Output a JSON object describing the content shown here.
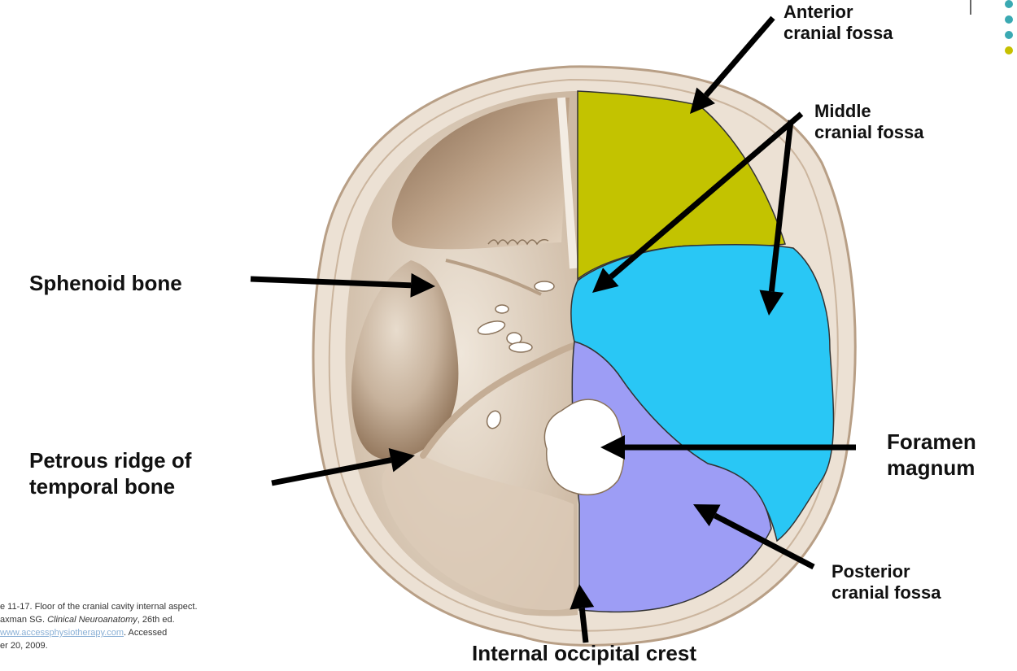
{
  "labels": {
    "anterior": [
      "Anterior",
      "cranial fossa"
    ],
    "middle": [
      "Middle",
      "cranial fossa"
    ],
    "sphenoid": "Sphenoid bone",
    "petrous": [
      "Petrous ridge of",
      "temporal bone"
    ],
    "foramen": [
      "Foramen",
      "magnum"
    ],
    "posterior": [
      "Posterior",
      "cranial fossa"
    ],
    "occipital": "Internal occipital crest"
  },
  "caption": {
    "line1": "e 11-17. Floor of the cranial cavity internal aspect.",
    "line2_prefix": "axman SG. ",
    "line2_title": "Clinical Neuroanatomy",
    "line2_suffix": ", 26th ed.",
    "line3_link": "www.accessphysiotherapy.com",
    "line3_suffix": ". Accessed",
    "line4": "er 20, 2009."
  },
  "colors": {
    "anterior_fossa": "#c3c300",
    "middle_fossa": "#29c7f5",
    "posterior_fossa": "#9d9df5",
    "skull_outline": "#ece1d4",
    "bone_floor": "#e2d3c1",
    "bone_shadow": "#a68b6e",
    "foramen": "#ffffff",
    "bullet_teal": "#3aa9b2",
    "bullet_yellow": "#c6c000"
  }
}
